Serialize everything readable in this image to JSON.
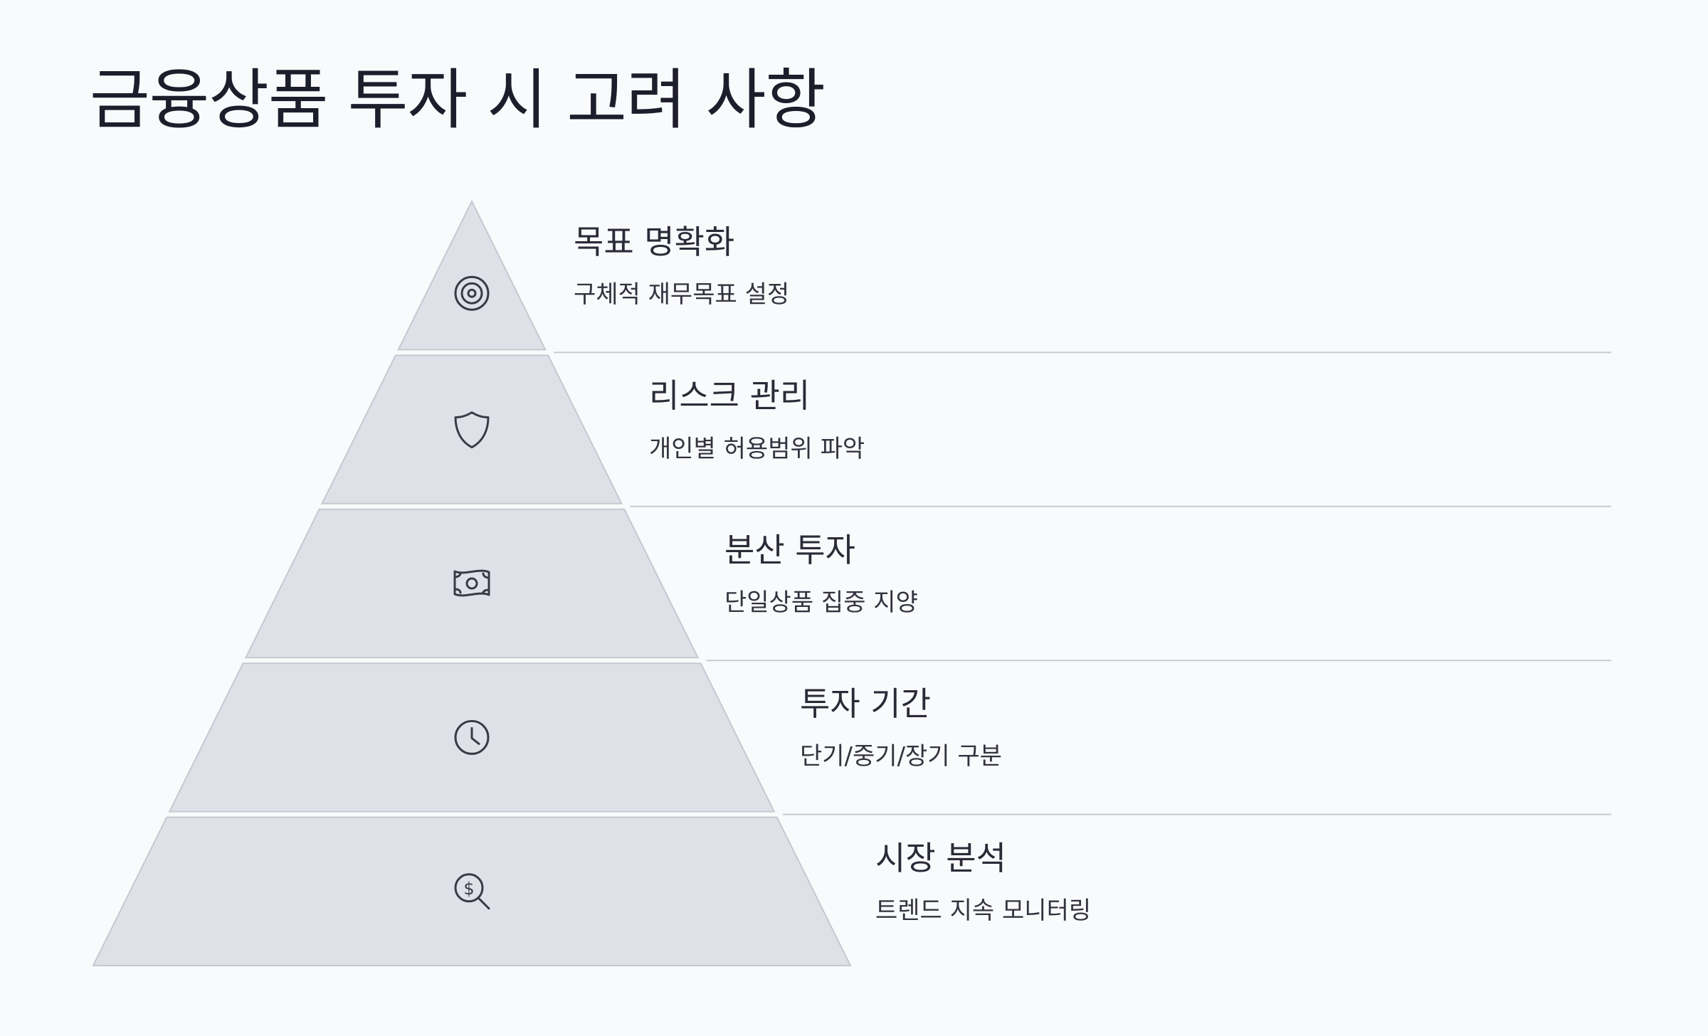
{
  "title": "금융상품 투자 시 고려 사항",
  "colors": {
    "background": "#f9fafc",
    "tier_fill": "#e0e1e8",
    "tier_stroke": "#c7c8d0",
    "divider": "#c9cad1",
    "icon": "#3a3a45"
  },
  "tiers": [
    {
      "title": "목표 명확화",
      "description": "구체적 재무목표 설정",
      "icon": "target-icon"
    },
    {
      "title": "리스크 관리",
      "description": "개인별 허용범위 파악",
      "icon": "shield-icon"
    },
    {
      "title": "분산 투자",
      "description": "단일상품 집중 지양",
      "icon": "banknote-icon"
    },
    {
      "title": "투자 기간",
      "description": "단기/중기/장기 구분",
      "icon": "clock-icon"
    },
    {
      "title": "시장 분석",
      "description": "트렌드 지속 모니터링",
      "icon": "dollar-search-icon"
    }
  ]
}
